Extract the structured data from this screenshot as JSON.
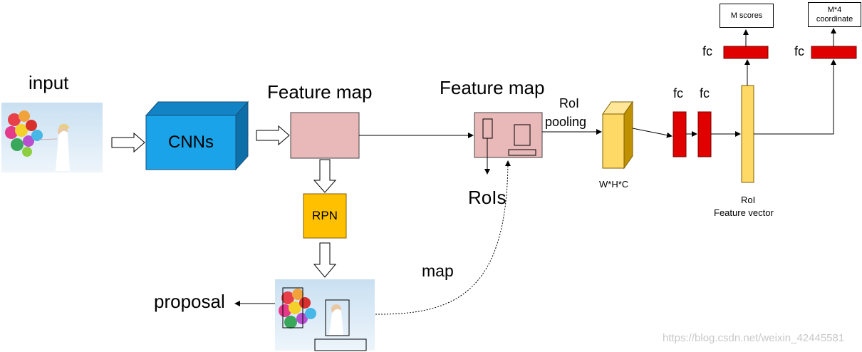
{
  "labels": {
    "input": "input",
    "cnns": "CNNs",
    "feature_map_1": "Feature map",
    "feature_map_2": "Feature map",
    "rpn": "RPN",
    "proposal": "proposal",
    "map": "map",
    "rois": "RoIs",
    "roi_pooling_line1": "RoI",
    "roi_pooling_line2": "pooling",
    "whc": "W*H*C",
    "fc_1": "fc",
    "fc_2": "fc",
    "fc_3": "fc",
    "fc_4": "fc",
    "roi_feature_vector_line1": "RoI",
    "roi_feature_vector_line2": "Feature vector",
    "m_scores": "M scores",
    "m4_line1": "M*4",
    "m4_line2": "coordinate"
  },
  "watermark": "https://blog.csdn.net/weixin_42445581",
  "colors": {
    "cnn_front": "#1aa3e8",
    "cnn_top": "#1283c4",
    "cnn_side": "#0e6fa8",
    "feature_map": "#e8b9b8",
    "rpn": "#ffc000",
    "pooled_front": "#ffd966",
    "pooled_side": "#bf9000",
    "fc_red": "#e00000",
    "feature_vector": "#ffd966",
    "sky": "#d6e8f5"
  },
  "icons": {
    "input_image": "balloons-photo",
    "proposal_image": "balloons-photo-with-boxes"
  }
}
